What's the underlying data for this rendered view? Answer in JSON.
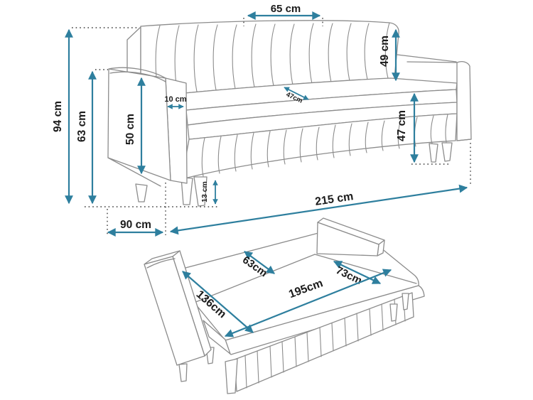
{
  "colors": {
    "accent": "#2e7f9e",
    "line_art": "#8c8c8c",
    "text": "#1b1b1b",
    "background": "#ffffff"
  },
  "folded_sofa": {
    "back_cushion_width": "65 cm",
    "back_cushion_height": "49 cm",
    "total_height": "94 cm",
    "armrest_height": "63 cm",
    "armrest_front_height": "50 cm",
    "armrest_width": "10 cm",
    "seat_depth": "47cm",
    "seat_height": "47 cm",
    "leg_height": "13 cm",
    "total_length": "215 cm",
    "total_depth": "90 cm"
  },
  "unfolded_sofa": {
    "back_section_width": "63cm",
    "headrest_section_width": "73cm",
    "bed_width": "136cm",
    "bed_length": "195cm"
  }
}
